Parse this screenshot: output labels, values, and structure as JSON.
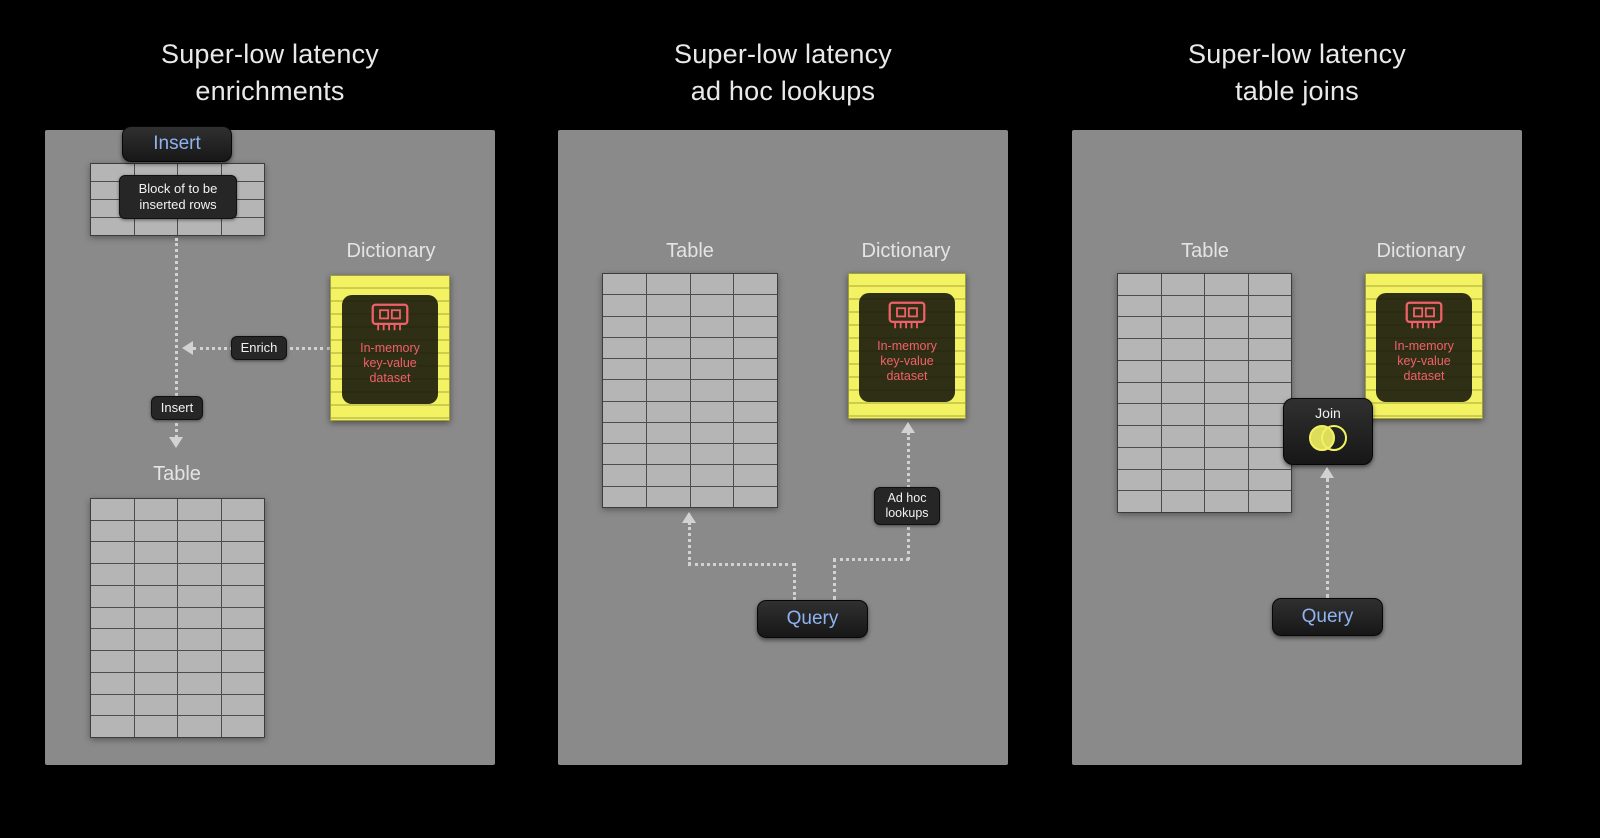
{
  "colors": {
    "background": "#000000",
    "panel_gray": "#8a8a8a",
    "accent_blue": "#8fb3f0",
    "dictionary_yellow": "#f2f263",
    "icon_red": "#f0606a",
    "table_cell_gray": "#b5b5b5",
    "dotted_line_gray": "#d2d2d2"
  },
  "panels": [
    {
      "title_line1": "Super-low latency",
      "title_line2": "enrichments",
      "insert_button_label": "Insert",
      "block_label_line1": "Block of to be",
      "block_label_line2": "inserted rows",
      "enrich_label": "Enrich",
      "insert_small_label": "Insert",
      "table_label": "Table",
      "dictionary_label": "Dictionary",
      "dictionary": {
        "line1": "In-memory",
        "line2": "key-value",
        "line3": "dataset"
      },
      "block_grid": {
        "rows": 4,
        "cols": 4
      },
      "table_grid": {
        "rows": 11,
        "cols": 4
      }
    },
    {
      "title_line1": "Super-low latency",
      "title_line2": "ad hoc lookups",
      "table_label": "Table",
      "dictionary_label": "Dictionary",
      "query_button_label": "Query",
      "adhoc_label_line1": "Ad hoc",
      "adhoc_label_line2": "lookups",
      "dictionary": {
        "line1": "In-memory",
        "line2": "key-value",
        "line3": "dataset"
      },
      "table_grid": {
        "rows": 11,
        "cols": 4
      }
    },
    {
      "title_line1": "Super-low latency",
      "title_line2": "table joins",
      "table_label": "Table",
      "dictionary_label": "Dictionary",
      "join_label": "Join",
      "query_button_label": "Query",
      "dictionary": {
        "line1": "In-memory",
        "line2": "key-value",
        "line3": "dataset"
      },
      "table_grid": {
        "rows": 11,
        "cols": 4
      }
    }
  ]
}
